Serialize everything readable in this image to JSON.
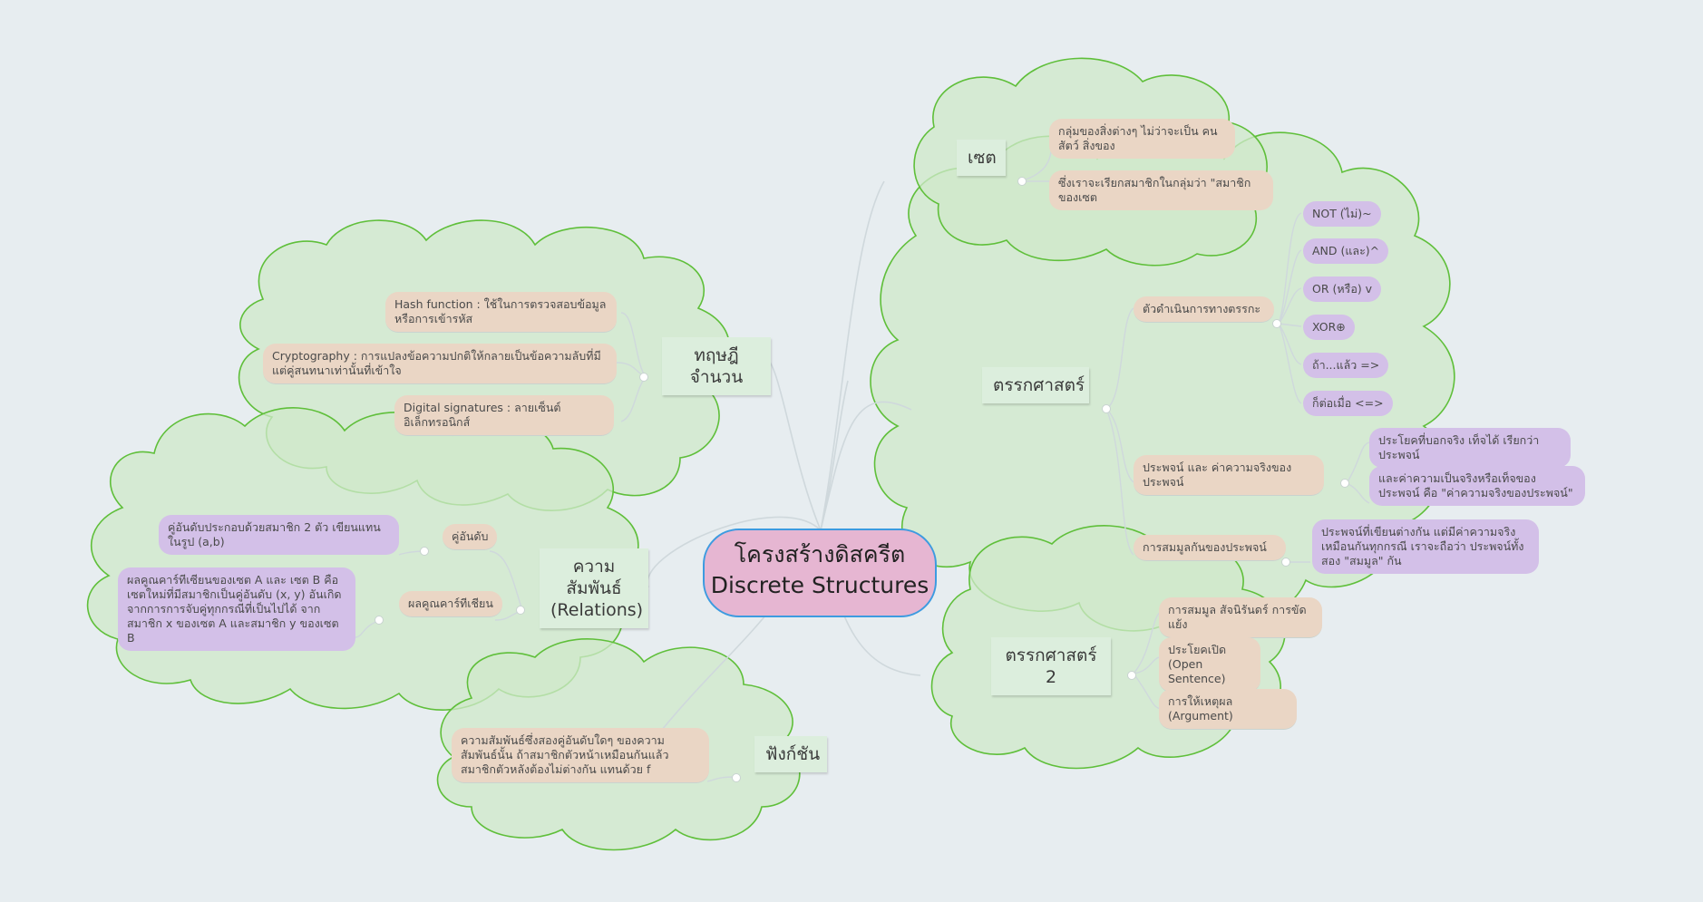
{
  "center": {
    "line1": "โครงสร้างดิสครีต",
    "line2": "Discrete Structures"
  },
  "set": {
    "title": "เซต",
    "items": [
      "กลุ่มของสิ่งต่างๆ ไม่ว่าจะเป็น คน สัตว์ สิ่งของ",
      "ซึ่งเราจะเรียกสมาชิกในกลุ่มว่า \"สมาชิกของเซต"
    ]
  },
  "number_theory": {
    "title": "ทฤษฎีจำนวน",
    "items": [
      "Hash function : ใช้ในการตรวจสอบข้อมูล หรือการเข้ารหัส",
      "Cryptography : การแปลงข้อความปกติให้กลายเป็นข้อความลับที่มีแต่คู่สนทนาเท่านั้นที่เข้าใจ",
      "Digital signatures : ลายเซ็นต์อิเล็กทรอนิกส์"
    ]
  },
  "relations": {
    "title": "ความสัมพันธ์ (Relations)",
    "ordered_pair": {
      "label": "คู่อันดับ",
      "desc": "คู่อันดับประกอบด้วยสมาชิก 2 ตัว เขียนแทนในรูป (a,b)"
    },
    "cartesian": {
      "label": "ผลคูณคาร์ทีเชียน",
      "desc": "ผลคูณคาร์ทีเซียนของเซต A และ เซต B คือ เซตใหม่ที่มีสมาชิกเป็นคู่อันดับ (x, y) อันเกิดจากการการจับคู่ทุกกรณีที่เป็นไปได้ จากสมาชิก x ของเซต A และสมาชิก y ของเซต B"
    }
  },
  "function": {
    "title": "ฟังก์ชัน",
    "desc": "ความสัมพันธ์ซึ่งสองคู่อันดับใดๆ ของความสัมพันธ์นั้น ถ้าสมาชิกตัวหน้าเหมือนกันแล้ว สมาชิกตัวหลังต้องไม่ต่างกัน แทนด้วย f"
  },
  "logic": {
    "title": "ตรรกศาสตร์",
    "operators": {
      "label": "ตัวดำเนินการทางตรรกะ",
      "items": [
        "NOT (ไม่)~",
        "AND (และ)^",
        "OR (หรือ) v",
        "XOR⊕",
        "ถ้า...แล้ว =>",
        "ก็ต่อเมื่อ <=>"
      ]
    },
    "propositions": {
      "label": "ประพจน์ และ ค่าความจริงของประพจน์",
      "items": [
        "ประโยคที่บอกจริง เท็จได้ เรียกว่าประพจน์",
        "และค่าความเป็นจริงหรือเท็จของประพจน์ คือ \"ค่าความจริงของประพจน์\""
      ]
    },
    "equivalence": {
      "label": "การสมมูลกันของประพจน์",
      "desc": "ประพจน์ที่เขียนต่างกัน แต่มีค่าความจริงเหมือนกันทุกกรณี เราจะถือว่า ประพจน์ทั้งสอง \"สมมูล\" กัน"
    }
  },
  "logic2": {
    "title": "ตรรกศาสตร์ 2",
    "items": [
      "การสมมูล สัจนิรันดร์ การขัดแย้ง",
      "ประโยคเปิด (Open Sentence)",
      "การให้เหตุผล (Argument)"
    ]
  },
  "colors": {
    "cloud_fill": "#cfe8c9",
    "cloud_stroke": "#5fbf3a",
    "center_fill": "#e6b6d2",
    "center_border": "#3d9be0",
    "peach": "#ead6c5",
    "lavender": "#d3c0e8"
  }
}
